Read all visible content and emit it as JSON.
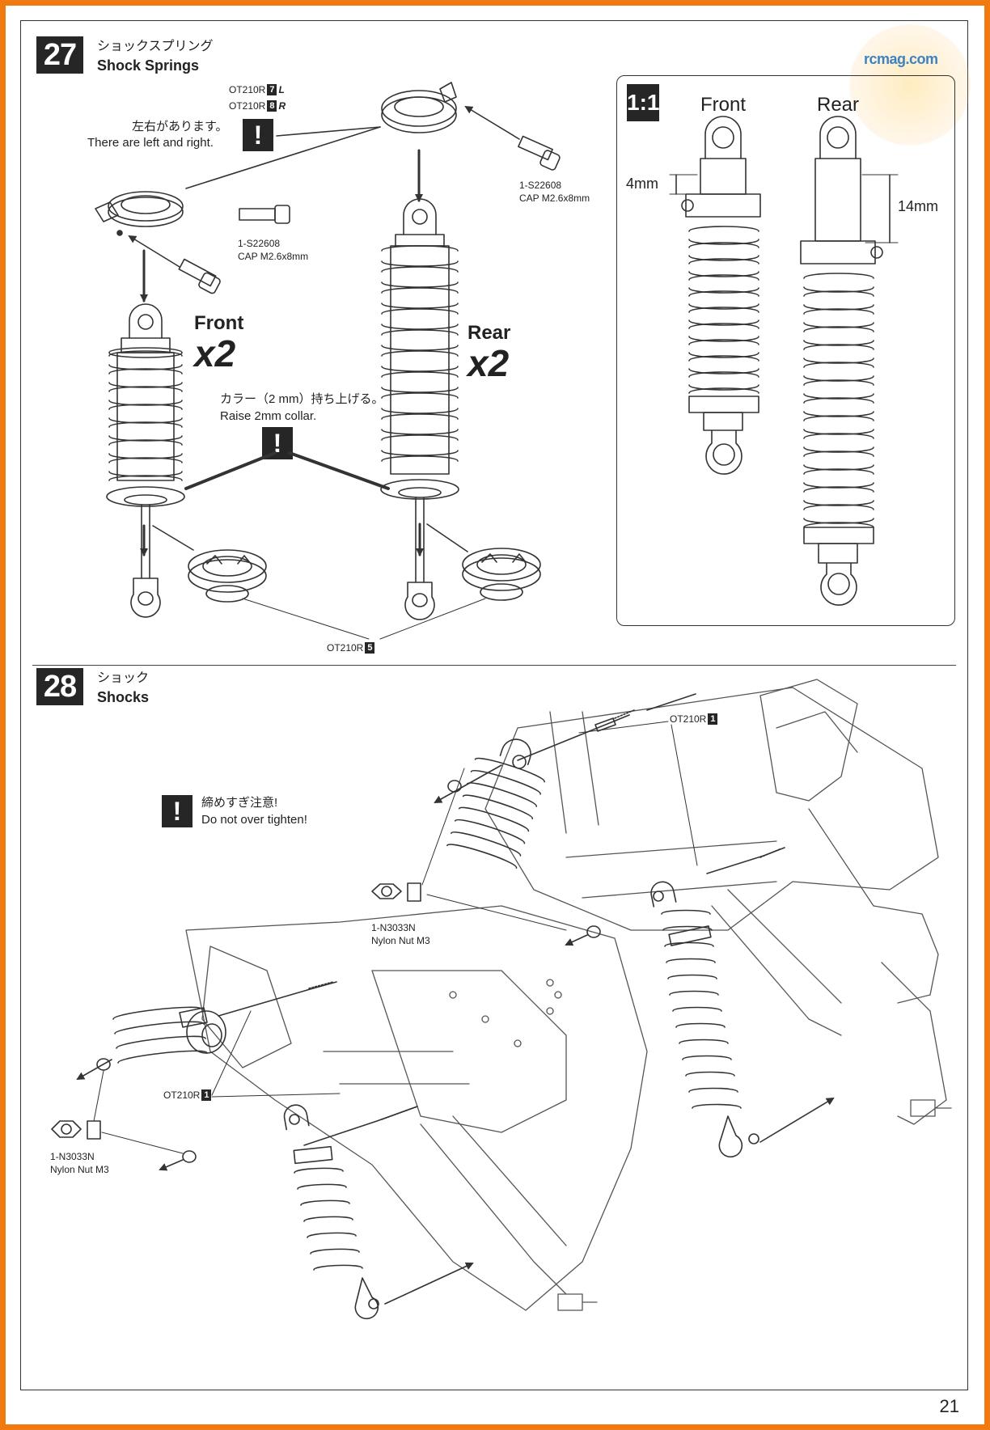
{
  "page_number": "21",
  "watermark": "rcmag.com",
  "step27": {
    "number": "27",
    "title_jp": "ショックスプリング",
    "title_en": "Shock Springs",
    "part_L": {
      "code": "OT210R",
      "box": "7",
      "suffix": "L"
    },
    "part_R": {
      "code": "OT210R",
      "box": "8",
      "suffix": "R"
    },
    "note_left_right_jp": "左右があります。",
    "note_left_right_en": "There are left and right.",
    "screw_left": {
      "code": "1-S22608",
      "name": "CAP M2.6x8mm"
    },
    "screw_right": {
      "code": "1-S22608",
      "name": "CAP M2.6x8mm"
    },
    "front_label": "Front",
    "front_qty": "x2",
    "rear_label": "Rear",
    "rear_qty": "x2",
    "note_collar_jp": "カラー（2 mm）持ち上げる。",
    "note_collar_en": "Raise 2mm collar.",
    "part_bottom": {
      "code": "OT210R",
      "box": "5"
    },
    "warning_symbol": "!"
  },
  "scale_box": {
    "badge": "1:1",
    "front": "Front",
    "rear": "Rear",
    "dim_front": "4mm",
    "dim_rear": "14mm"
  },
  "step28": {
    "number": "28",
    "title_jp": "ショック",
    "title_en": "Shocks",
    "warning_jp": "締めすぎ注意!",
    "warning_en": "Do not over tighten!",
    "warning_symbol": "!",
    "part_top": {
      "code": "OT210R",
      "box": "1"
    },
    "part_left": {
      "code": "OT210R",
      "box": "1"
    },
    "nut_right": {
      "code": "1-N3033N",
      "name": "Nylon Nut M3"
    },
    "nut_left": {
      "code": "1-N3033N",
      "name": "Nylon Nut M3"
    }
  }
}
